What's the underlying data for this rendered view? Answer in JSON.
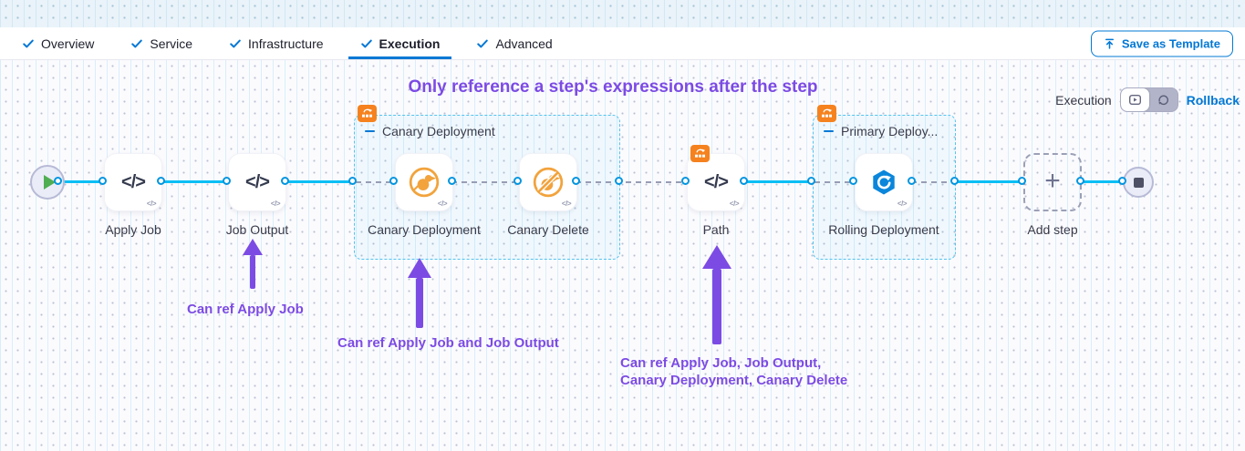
{
  "colors": {
    "accent_blue": "#0278d5",
    "connector_cyan": "#0abef4",
    "annotation_purple": "#7c4be4",
    "badge_orange": "#f5821e",
    "canary_orange": "#f2a33c",
    "rolling_blue": "#0a86db",
    "text_dark": "#383946"
  },
  "tab_bar": {
    "tabs": [
      {
        "label": "Overview",
        "checked": true
      },
      {
        "label": "Service",
        "checked": true
      },
      {
        "label": "Infrastructure",
        "checked": true
      },
      {
        "label": "Execution",
        "checked": true
      },
      {
        "label": "Advanced",
        "checked": true
      }
    ],
    "active_tab": "Execution",
    "save_as_template_label": "Save as Template"
  },
  "canvas": {
    "heading": "Only reference a step's expressions after the step",
    "mode_switch": {
      "execution_label": "Execution",
      "rollback_label": "Rollback"
    },
    "groups": {
      "canary": {
        "title": "Canary Deployment"
      },
      "primary": {
        "title": "Primary Deploy..."
      }
    },
    "steps": {
      "apply_job": {
        "label": "Apply Job"
      },
      "job_output": {
        "label": "Job Output"
      },
      "canary_deployment": {
        "label": "Canary Deployment"
      },
      "canary_delete": {
        "label": "Canary Delete"
      },
      "path": {
        "label": "Path"
      },
      "rolling_deployment": {
        "label": "Rolling Deployment"
      },
      "add_step": {
        "label": "Add step"
      }
    },
    "annotations": {
      "ref_apply_job": "Can ref Apply Job",
      "ref_apply_job_output": "Can ref Apply Job and Job Output",
      "ref_all": "Can ref Apply Job, Job Output,\nCanary Deployment, Canary Delete"
    }
  },
  "icons": {
    "code": "</>",
    "mini_code": "</>",
    "plus": "+",
    "tab_check": "check-icon",
    "save": "upload-icon",
    "start": "play-icon",
    "end": "stop-icon",
    "group_badge": "rollout-strategy-icon",
    "canary": "canary-bird-icon",
    "canary_delete": "canary-delete-icon",
    "rolling": "rolling-deployment-hexagon-icon",
    "toggle_left": "execution-view-icon",
    "toggle_right": "rollback-view-icon"
  }
}
